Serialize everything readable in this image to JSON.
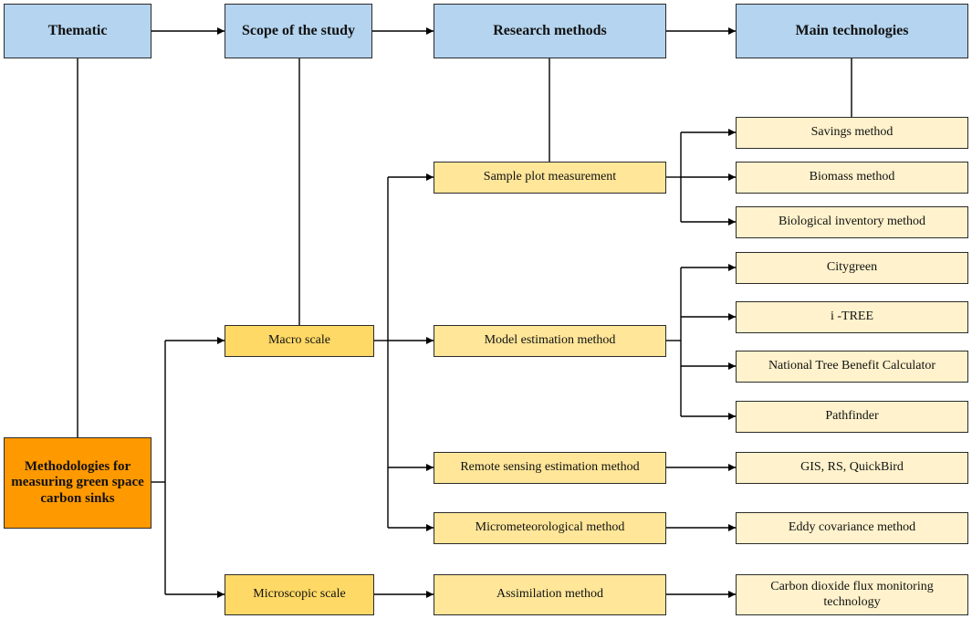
{
  "headers": {
    "thematic": "Thematic",
    "scope": "Scope of the study",
    "methods": "Research methods",
    "technologies": "Main technologies"
  },
  "root": {
    "label": "Methodologies for measuring green space carbon sinks"
  },
  "scopes": {
    "macro": "Macro scale",
    "micro": "Microscopic scale"
  },
  "methods": {
    "sample_plot": "Sample plot measurement",
    "model_estimation": "Model estimation method",
    "remote_sensing": "Remote sensing estimation method",
    "micrometeorological": "Micrometeorological method",
    "assimilation": "Assimilation method"
  },
  "technologies": {
    "savings": "Savings method",
    "biomass": "Biomass method",
    "biological_inventory": "Biological inventory method",
    "citygreen": "Citygreen",
    "itree": "i -TREE",
    "ntbc": "National Tree Benefit Calculator",
    "pathfinder": "Pathfinder",
    "gis_rs": "GIS, RS, QuickBird",
    "eddy": "Eddy covariance method",
    "co2_flux": "Carbon dioxide flux monitoring technology"
  },
  "colors": {
    "header": "#b4d4ef",
    "root": "#ff9900",
    "scope": "#ffd966",
    "method": "#ffe699",
    "technology": "#fff2cc",
    "line": "#000000"
  }
}
